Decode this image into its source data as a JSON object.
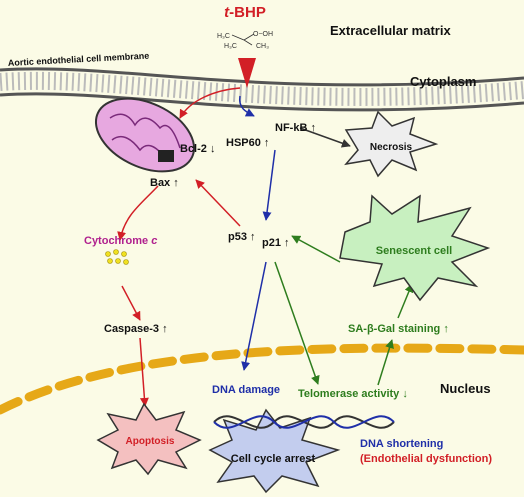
{
  "stimulus": {
    "prefix": "t",
    "suffix": "-BHP",
    "color": "#d21f26"
  },
  "molecule": {
    "atom_h3c_top": "H₃C",
    "atom_ooh": "O−OH",
    "atom_h3c_bottom": "H₃C",
    "atom_ch3": "CH₃"
  },
  "regions": {
    "extracellular": "Extracellular matrix",
    "membrane": "Aortic endothelial cell membrane",
    "cytoplasm": "Cytoplasm",
    "nucleus": "Nucleus"
  },
  "nodes": {
    "bcl2": "Bcl-2 ↓",
    "bax": "Bax ↑",
    "hsp60": "HSP60 ↑",
    "nfkb": "NF-kB ↑",
    "necrosis": "Necrosis",
    "cytochrome_word": "Cytochrome",
    "cytochrome_letter": "c",
    "p53": "p53 ↑",
    "p21": "p21 ↑",
    "senescent": "Senescent cell",
    "caspase3": "Caspase-3 ↑",
    "sagal": "SA-β-Gal staining ↑",
    "dna_damage": "DNA damage",
    "telomerase": "Telomerase activity ↓",
    "apoptosis": "Apoptosis",
    "cell_cycle_arrest": "Cell cycle arrest",
    "dna_shortening": "DNA shortening",
    "endothelial_dysfunction": "(Endothelial dysfunction)"
  },
  "colors": {
    "red_path": "#d21f26",
    "blue_path": "#1f2fa8",
    "green_path": "#2e7d1e",
    "cytochrome": "#b0208e",
    "mitochondria": "#e7a8e0",
    "nucleus_membrane": "#e6a817",
    "senescent_fill": "#c8f0c0",
    "necrosis_fill": "#eeeeee",
    "apoptosis_fill": "#f4c0c0",
    "arrest_fill": "#c3cdee"
  }
}
